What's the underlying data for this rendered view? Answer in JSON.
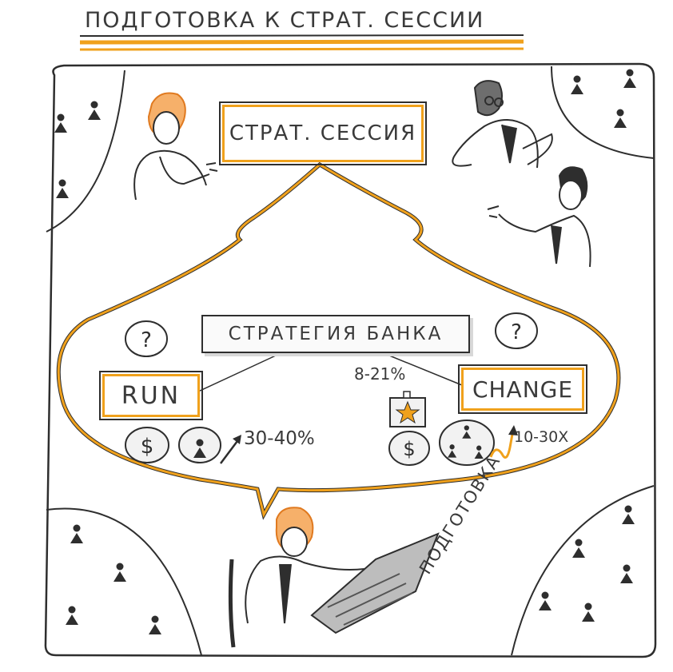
{
  "title": "ПОДГОТОВКА К СТРАТ. СЕССИИ",
  "strat_session": "СТРАТ. СЕССИЯ",
  "strategy": "СТРАТЕГИЯ БАНКА",
  "run": "RUN",
  "change": "CHANGE",
  "question_mark": "?",
  "dollar": "$",
  "run_growth": "30-40%",
  "change_share": "8-21%",
  "change_growth": "10-30X",
  "preparation": "ПОДГОТОВКА",
  "colors": {
    "accent": "#f0a11c",
    "ink": "#2e2e2e",
    "shade": "#d8d8d8"
  }
}
